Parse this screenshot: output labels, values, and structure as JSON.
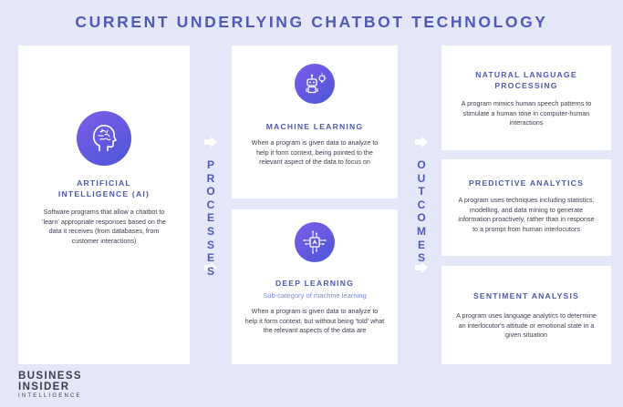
{
  "title": "CURRENT UNDERLYING CHATBOT TECHNOLOGY",
  "ai": {
    "heading_line1": "ARTIFICIAL",
    "heading_line2": "INTELLIGENCE (AI)",
    "body": "Software programs that allow a chatbot to 'learn' appropriate responses based on the data it receives (from databases, from customer interactions)",
    "icon": "brain-head-icon"
  },
  "processes_label": [
    "P",
    "R",
    "O",
    "C",
    "E",
    "S",
    "S",
    "E",
    "S"
  ],
  "outcomes_label": [
    "O",
    "U",
    "T",
    "C",
    "O",
    "M",
    "E",
    "S"
  ],
  "machine_learning": {
    "heading": "MACHINE LEARNING",
    "body": "When a program is given data to analyze to help it form context, being pointed to the relevant aspect of the data to focus on",
    "icon": "robot-idea-icon"
  },
  "deep_learning": {
    "heading": "DEEP LEARNING",
    "subheading": "Sub-category of machine learning",
    "body": "When a program is given data to analyze to help it form context, but without being 'told' what the relevant aspects of the data are",
    "icon": "circuit-chip-icon"
  },
  "outcomes": [
    {
      "heading_line1": "NATURAL LANGUAGE",
      "heading_line2": "PROCESSING",
      "body": "A program mimics human speech patterns to stimulate a human tone in computer-human interactions"
    },
    {
      "heading_line1": "PREDICTIVE ANALYTICS",
      "heading_line2": "",
      "body": "A program uses techniques including statistics, modelling, and data mining to generate information proactively, rather than in response to a prompt from human interlocutors"
    },
    {
      "heading_line1": "SENTIMENT ANALYSIS",
      "heading_line2": "",
      "body": "A program uses language analytics to determine an interlocutor's attitude or emotional state in a given situation"
    }
  ],
  "logo": {
    "line1": "BUSINESS",
    "line2": "INSIDER",
    "line3": "INTELLIGENCE"
  },
  "colors": {
    "background": "#e4e7f7",
    "accent": "#4f5ab8",
    "subheading": "#7a86e0",
    "icon_gradient_start": "#7e5de8",
    "icon_gradient_end": "#4b56d8"
  }
}
